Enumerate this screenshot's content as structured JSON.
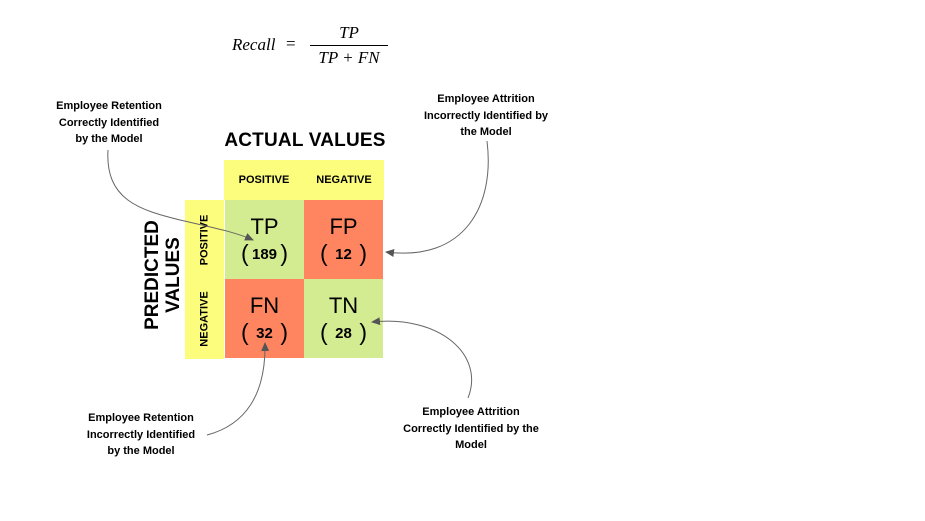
{
  "formula": {
    "lhs": "Recall",
    "eq": "=",
    "numerator": "TP",
    "denominator": "TP + FN"
  },
  "axes": {
    "actual_title": "ACTUAL VALUES",
    "predicted_title_line1": "PREDICTED",
    "predicted_title_line2": "VALUES"
  },
  "headers": {
    "col_positive": "POSITIVE",
    "col_negative": "NEGATIVE",
    "row_positive": "POSITIVE",
    "row_negative": "NEGATIVE"
  },
  "cells": {
    "tp": {
      "code": "TP",
      "value": "189"
    },
    "fp": {
      "code": "FP",
      "value": "12"
    },
    "fn": {
      "code": "FN",
      "value": "32"
    },
    "tn": {
      "code": "TN",
      "value": "28"
    }
  },
  "notes": {
    "tp": [
      "Employee Retention",
      "Correctly Identified",
      "by the Model"
    ],
    "fp": [
      "Employee Attrition",
      "Incorrectly Identified by",
      "the Model"
    ],
    "fn": [
      "Employee Retention",
      "Incorrectly Identified",
      "by the Model"
    ],
    "tn": [
      "Employee Attrition",
      "Correctly Identified by the",
      "Model"
    ]
  },
  "colors": {
    "green_cell": "#d3eb91",
    "red_cell": "#ff8560",
    "header": "#fdfd7d"
  }
}
